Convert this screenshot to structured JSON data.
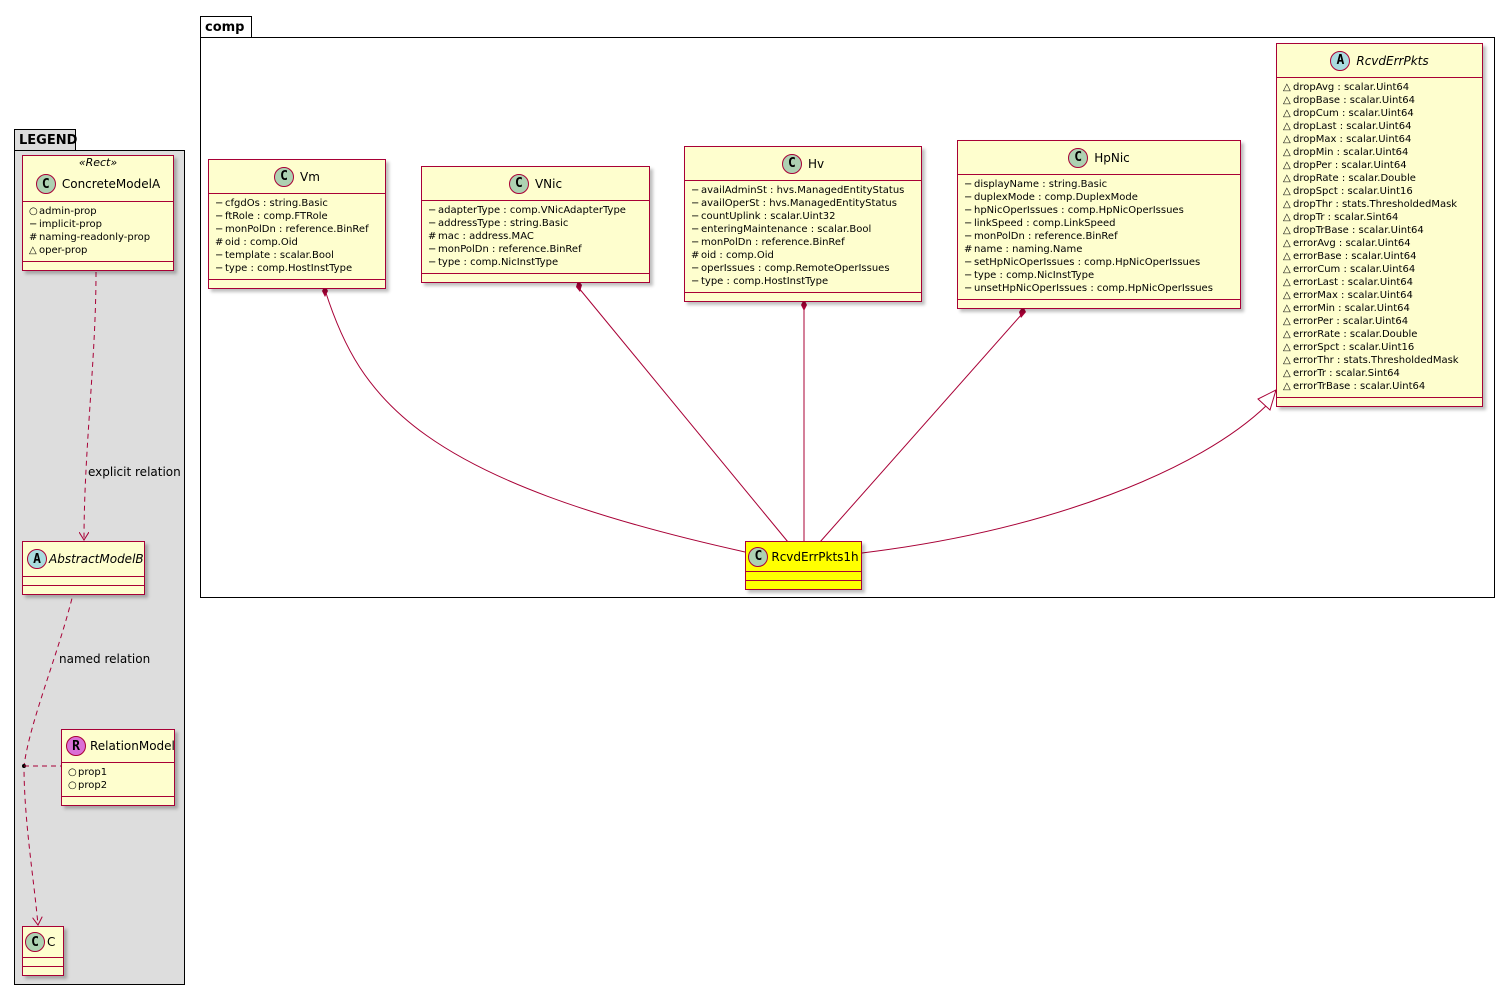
{
  "legend": {
    "title": "LEGEND",
    "stereotype": "«Rect»",
    "concrete": {
      "name": "ConcreteModelA",
      "icon": "C",
      "attrs": [
        {
          "vis": "○",
          "text": "admin-prop"
        },
        {
          "vis": "−",
          "text": "implicit-prop"
        },
        {
          "vis": "#",
          "text": "naming-readonly-prop"
        },
        {
          "vis": "△",
          "text": "oper-prop"
        }
      ]
    },
    "abstract": {
      "name": "AbstractModelB",
      "icon": "A"
    },
    "relation_model": {
      "name": "RelationModel",
      "icon": "R",
      "attrs": [
        {
          "vis": "○",
          "text": "prop1"
        },
        {
          "vis": "○",
          "text": "prop2"
        }
      ]
    },
    "c": {
      "name": "C",
      "icon": "C"
    },
    "explicit_label": "explicit relation",
    "named_label": "named relation"
  },
  "comp": {
    "title": "comp",
    "vm": {
      "name": "Vm",
      "icon": "C",
      "attrs": [
        {
          "vis": "−",
          "text": "cfgdOs : string.Basic"
        },
        {
          "vis": "−",
          "text": "ftRole : comp.FTRole"
        },
        {
          "vis": "−",
          "text": "monPolDn : reference.BinRef"
        },
        {
          "vis": "#",
          "text": "oid : comp.Oid"
        },
        {
          "vis": "−",
          "text": "template : scalar.Bool"
        },
        {
          "vis": "−",
          "text": "type : comp.HostInstType"
        }
      ]
    },
    "vnic": {
      "name": "VNic",
      "icon": "C",
      "attrs": [
        {
          "vis": "−",
          "text": "adapterType : comp.VNicAdapterType"
        },
        {
          "vis": "−",
          "text": "addressType : string.Basic"
        },
        {
          "vis": "#",
          "text": "mac : address.MAC"
        },
        {
          "vis": "−",
          "text": "monPolDn : reference.BinRef"
        },
        {
          "vis": "−",
          "text": "type : comp.NicInstType"
        }
      ]
    },
    "hv": {
      "name": "Hv",
      "icon": "C",
      "attrs": [
        {
          "vis": "−",
          "text": "availAdminSt : hvs.ManagedEntityStatus"
        },
        {
          "vis": "−",
          "text": "availOperSt : hvs.ManagedEntityStatus"
        },
        {
          "vis": "−",
          "text": "countUplink : scalar.Uint32"
        },
        {
          "vis": "−",
          "text": "enteringMaintenance : scalar.Bool"
        },
        {
          "vis": "−",
          "text": "monPolDn : reference.BinRef"
        },
        {
          "vis": "#",
          "text": "oid : comp.Oid"
        },
        {
          "vis": "−",
          "text": "operIssues : comp.RemoteOperIssues"
        },
        {
          "vis": "−",
          "text": "type : comp.HostInstType"
        }
      ]
    },
    "hpnic": {
      "name": "HpNic",
      "icon": "C",
      "attrs": [
        {
          "vis": "−",
          "text": "displayName : string.Basic"
        },
        {
          "vis": "−",
          "text": "duplexMode : comp.DuplexMode"
        },
        {
          "vis": "−",
          "text": "hpNicOperIssues : comp.HpNicOperIssues"
        },
        {
          "vis": "−",
          "text": "linkSpeed : comp.LinkSpeed"
        },
        {
          "vis": "−",
          "text": "monPolDn : reference.BinRef"
        },
        {
          "vis": "#",
          "text": "name : naming.Name"
        },
        {
          "vis": "−",
          "text": "setHpNicOperIssues : comp.HpNicOperIssues"
        },
        {
          "vis": "−",
          "text": "type : comp.NicInstType"
        },
        {
          "vis": "−",
          "text": "unsetHpNicOperIssues : comp.HpNicOperIssues"
        }
      ]
    },
    "rcvd": {
      "name": "RcvdErrPkts",
      "icon": "A",
      "attrs": [
        {
          "vis": "△",
          "text": "dropAvg : scalar.Uint64"
        },
        {
          "vis": "△",
          "text": "dropBase : scalar.Uint64"
        },
        {
          "vis": "△",
          "text": "dropCum : scalar.Uint64"
        },
        {
          "vis": "△",
          "text": "dropLast : scalar.Uint64"
        },
        {
          "vis": "△",
          "text": "dropMax : scalar.Uint64"
        },
        {
          "vis": "△",
          "text": "dropMin : scalar.Uint64"
        },
        {
          "vis": "△",
          "text": "dropPer : scalar.Uint64"
        },
        {
          "vis": "△",
          "text": "dropRate : scalar.Double"
        },
        {
          "vis": "△",
          "text": "dropSpct : scalar.Uint16"
        },
        {
          "vis": "△",
          "text": "dropThr : stats.ThresholdedMask"
        },
        {
          "vis": "△",
          "text": "dropTr : scalar.Sint64"
        },
        {
          "vis": "△",
          "text": "dropTrBase : scalar.Uint64"
        },
        {
          "vis": "△",
          "text": "errorAvg : scalar.Uint64"
        },
        {
          "vis": "△",
          "text": "errorBase : scalar.Uint64"
        },
        {
          "vis": "△",
          "text": "errorCum : scalar.Uint64"
        },
        {
          "vis": "△",
          "text": "errorLast : scalar.Uint64"
        },
        {
          "vis": "△",
          "text": "errorMax : scalar.Uint64"
        },
        {
          "vis": "△",
          "text": "errorMin : scalar.Uint64"
        },
        {
          "vis": "△",
          "text": "errorPer : scalar.Uint64"
        },
        {
          "vis": "△",
          "text": "errorRate : scalar.Double"
        },
        {
          "vis": "△",
          "text": "errorSpct : scalar.Uint16"
        },
        {
          "vis": "△",
          "text": "errorThr : stats.ThresholdedMask"
        },
        {
          "vis": "△",
          "text": "errorTr : scalar.Sint64"
        },
        {
          "vis": "△",
          "text": "errorTrBase : scalar.Uint64"
        }
      ]
    },
    "rcvd1h": {
      "name": "RcvdErrPkts1h",
      "icon": "C"
    }
  },
  "colors": {
    "border": "#a80036",
    "box_fill": "#fefece",
    "highlight_fill": "#ffff00",
    "legend_bg": "#dddddd",
    "class_icon": "#add1b2",
    "abstract_icon": "#a9dcdf",
    "relation_icon": "#da70d6"
  }
}
